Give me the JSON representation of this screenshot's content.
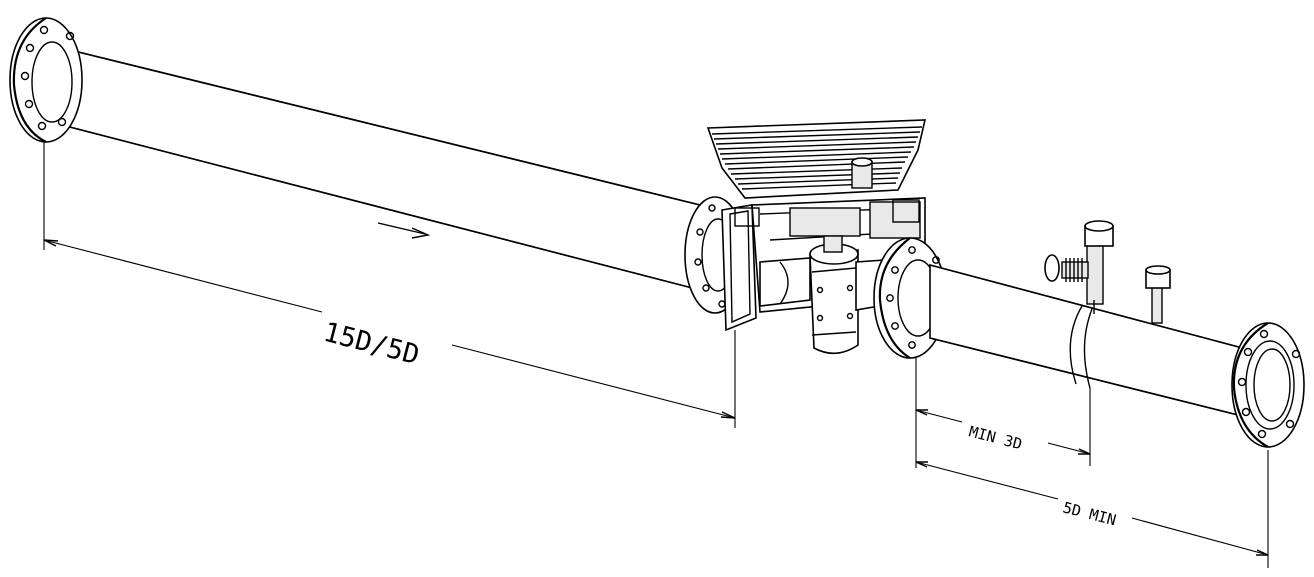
{
  "dimensions": {
    "upstream": "15D/5D",
    "downstream_min_3d": "MIN 3D",
    "downstream_5d_min": "5D MIN"
  }
}
